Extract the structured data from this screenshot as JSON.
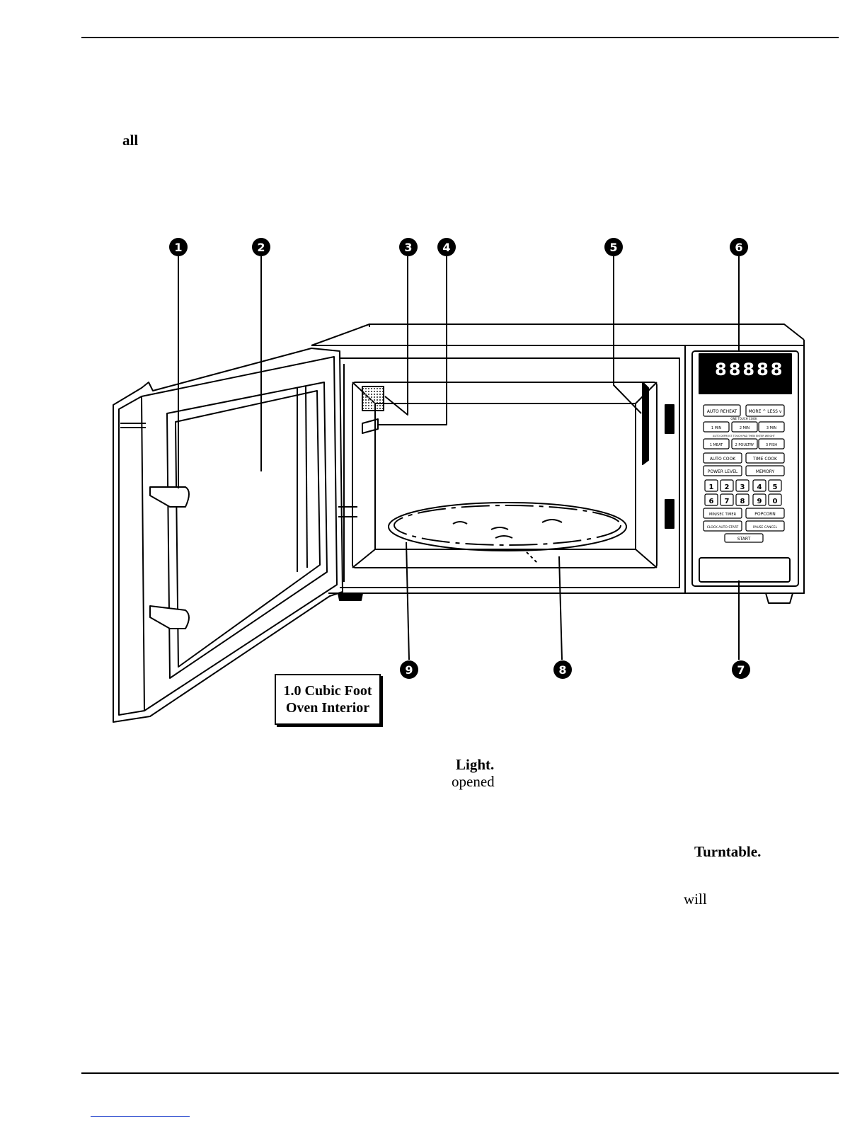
{
  "page": {
    "stray_words": {
      "all": "all",
      "light": "Light.",
      "opened": "opened",
      "turntable": "Turntable.",
      "will": "will"
    }
  },
  "figure": {
    "callouts": [
      "1",
      "2",
      "3",
      "4",
      "5",
      "6",
      "7",
      "8",
      "9"
    ],
    "capacity_label": {
      "line1": "1.0 Cubic Foot",
      "line2": "Oven Interior"
    },
    "display_readout": "88888",
    "keypad": {
      "row1": [
        "AUTO REHEAT",
        "MORE ^ LESS v"
      ],
      "one_touch_caption": "ONE TOUCH COOK",
      "row2": [
        "1 MIN",
        "2 MIN",
        "3 MIN"
      ],
      "auto_defrost_caption": "AUTO DEFROST TOUCH PAD THEN ENTER WEIGHT",
      "row3": [
        "1 MEAT",
        "2 POULTRY",
        "3 FISH"
      ],
      "row4": [
        "AUTO COOK",
        "TIME COOK"
      ],
      "row5": [
        "POWER LEVEL",
        "MEMORY"
      ],
      "digits_row1": [
        "1",
        "2",
        "3",
        "4",
        "5"
      ],
      "digits_row2": [
        "6",
        "7",
        "8",
        "9",
        "0"
      ],
      "row6": [
        "MIN/SEC TIMER",
        "POPCORN"
      ],
      "row7": [
        "CLOCK AUTO START",
        "PAUSE CANCEL"
      ],
      "start": "START"
    }
  }
}
